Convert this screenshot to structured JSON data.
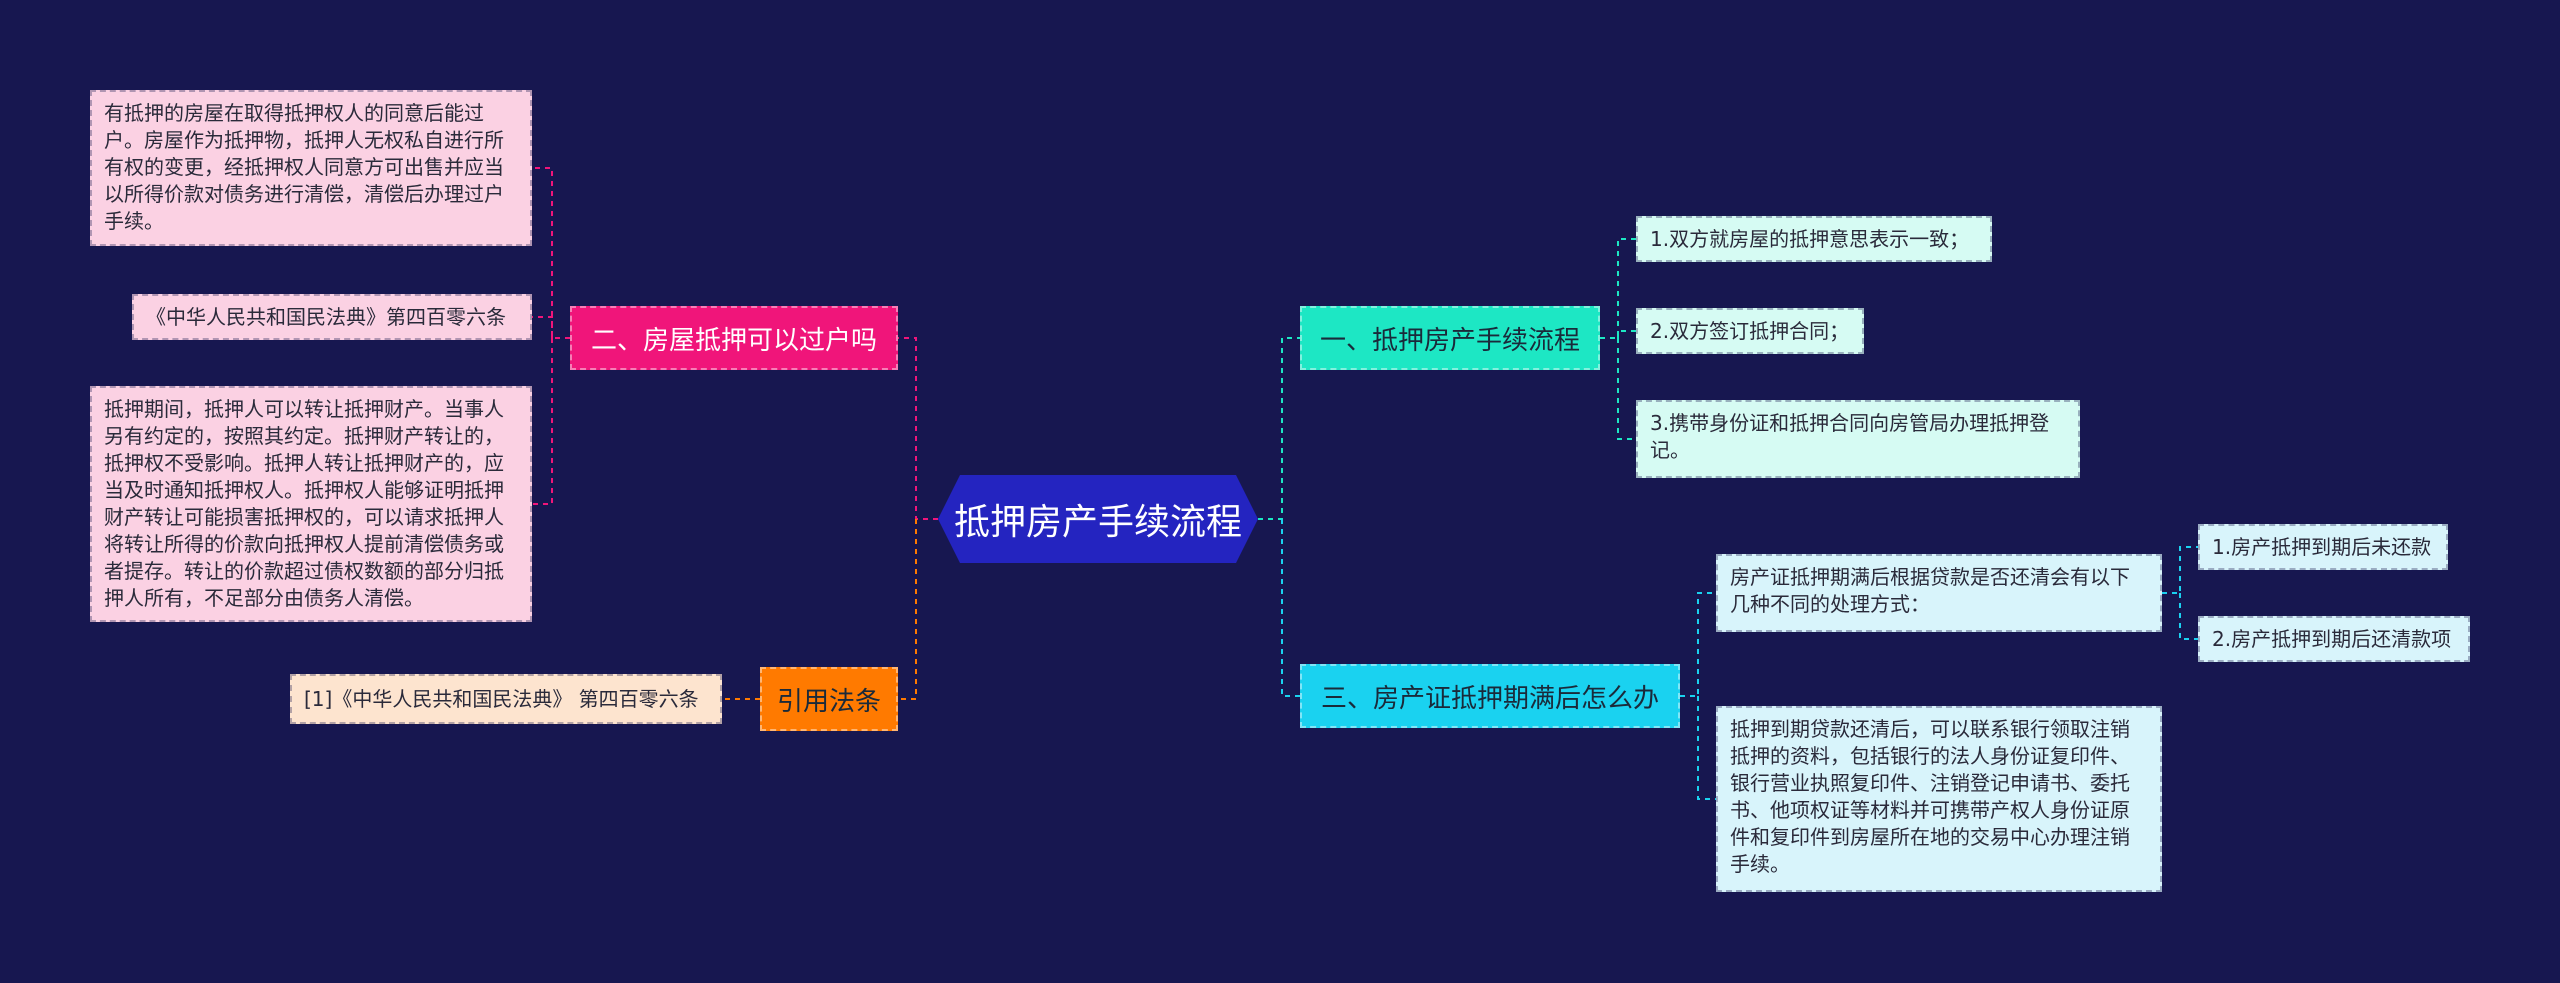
{
  "center": {
    "label": "抵押房产手续流程"
  },
  "branches": {
    "b1": {
      "label": "一、抵押房产手续流程",
      "items": [
        "1.双方就房屋的抵押意思表示一致；",
        "2.双方签订抵押合同；",
        "3.携带身份证和抵押合同向房管局办理抵押登记。"
      ]
    },
    "b3": {
      "label": "三、房产证抵押期满后怎么办",
      "items": [
        "房产证抵押期满后根据贷款是否还清会有以下几种不同的处理方式：",
        "抵押到期贷款还清后，可以联系银行领取注销抵押的资料，包括银行的法人身份证复印件、银行营业执照复印件、注销登记申请书、委托书、他项权证等材料并可携带产权人身份证原件和复印件到房屋所在地的交易中心办理注销手续。"
      ],
      "sub_items": [
        "1.房产抵押到期后未还款",
        "2.房产抵押到期后还清款项"
      ]
    },
    "b2": {
      "label": "二、房屋抵押可以过户吗",
      "items": [
        "有抵押的房屋在取得抵押权人的同意后能过户。房屋作为抵押物，抵押人无权私自进行所有权的变更，经抵押权人同意方可出售并应当以所得价款对债务进行清偿，清偿后办理过户手续。",
        "《中华人民共和国民法典》第四百零六条",
        "抵押期间，抵押人可以转让抵押财产。当事人另有约定的，按照其约定。抵押财产转让的，抵押权不受影响。抵押人转让抵押财产的，应当及时通知抵押权人。抵押权人能够证明抵押财产转让可能损害抵押权的，可以请求抵押人将转让所得的价款向抵押权人提前清偿债务或者提存。转让的价款超过债权数额的部分归抵押人所有，不足部分由债务人清偿。"
      ]
    },
    "b4": {
      "label": "引用法条",
      "items": [
        "[1]《中华人民共和国民法典》 第四百零六条"
      ]
    }
  },
  "colors": {
    "background": "#171750",
    "center": "#2424c0",
    "branch_1": "#1de7c4",
    "branch_3": "#1ad2f0",
    "branch_2": "#f0157a",
    "branch_4": "#ff7a00"
  }
}
